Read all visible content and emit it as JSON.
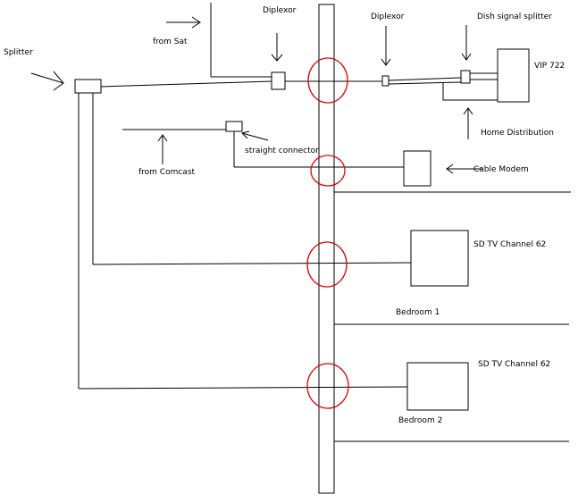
{
  "labels": {
    "splitter": "Splitter",
    "from_sat": "from Sat",
    "diplexor_left": "Diplexor",
    "diplexor_right": "Diplexor",
    "dish_signal_splitter": "Dish signal splitter",
    "vip": "VIP 722",
    "home_distribution": "Home Distribution",
    "from_comcast": "from Comcast",
    "straight_connector": "straight connector",
    "cable_modem": "Cable Modem",
    "sd_tv_1": "SD TV Channel 62",
    "bedroom_1": "Bedroom 1",
    "sd_tv_2": "SD TV Channel 62",
    "bedroom_2": "Bedroom 2"
  },
  "colors": {
    "line": "#000000",
    "highlight_circle": "#e00000",
    "background": "#ffffff"
  }
}
